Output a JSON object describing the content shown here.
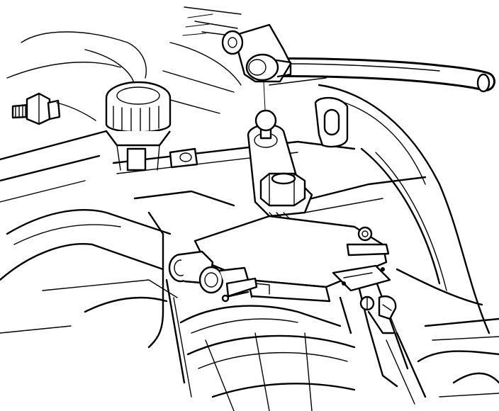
{
  "figure": {
    "kind": "line-art technical illustration",
    "colors": {
      "ink": "#000000",
      "paper": "#ffffff"
    }
  },
  "parts": [
    {
      "id": "shift-cable",
      "icon": "cable-icon"
    },
    {
      "id": "cable-end-socket",
      "icon": "socket-icon"
    },
    {
      "id": "ball-stud",
      "icon": "ball-stud-icon"
    },
    {
      "id": "shift-lever",
      "icon": "lever-icon"
    },
    {
      "id": "lever-nut",
      "icon": "hex-nut-icon"
    },
    {
      "id": "range-switch",
      "icon": "switch-icon"
    },
    {
      "id": "electrical-connector",
      "icon": "connector-icon"
    },
    {
      "id": "mounting-bolt",
      "icon": "bolt-icon"
    },
    {
      "id": "fluid-cap",
      "icon": "cap-icon"
    }
  ]
}
